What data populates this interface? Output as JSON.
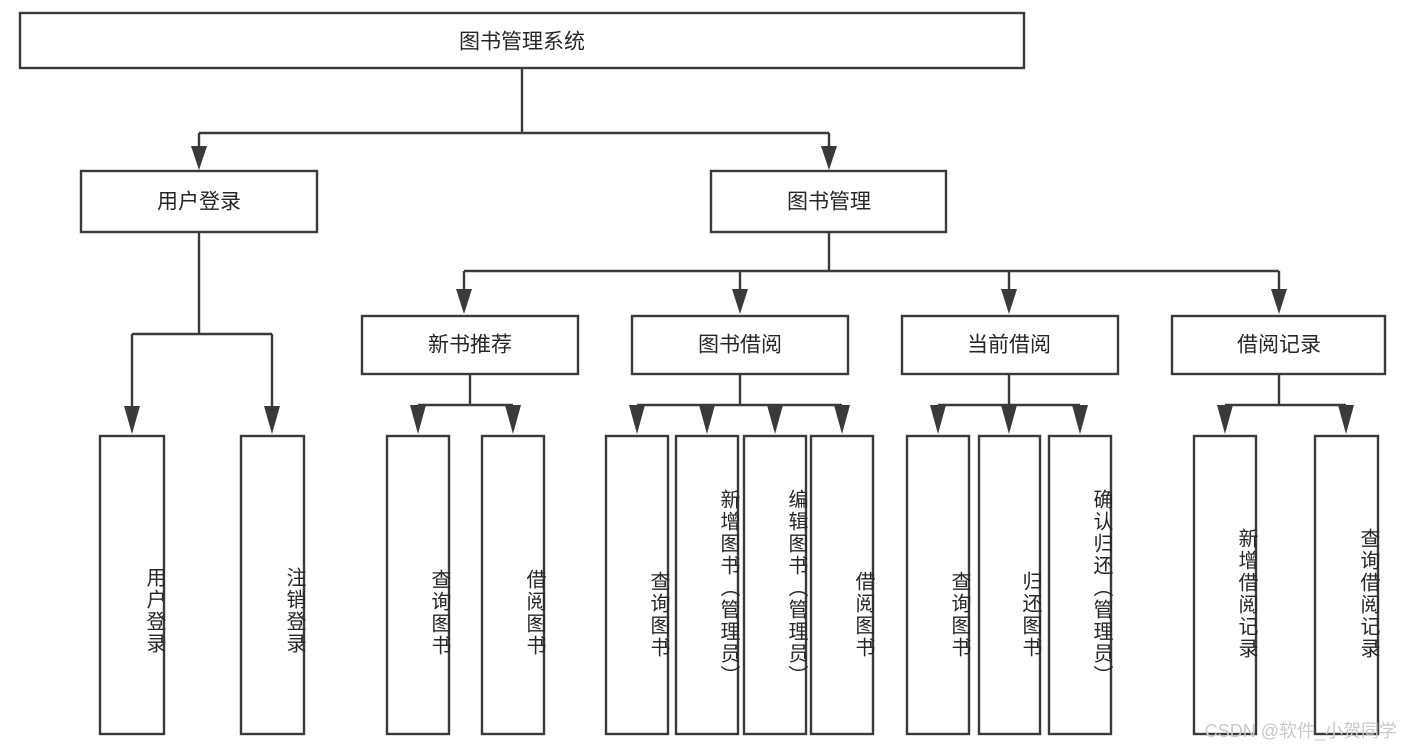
{
  "diagram": {
    "title": "图书管理系统",
    "type": "tree",
    "watermark": "CSDN @软件_小贺同学",
    "colors": {
      "stroke": "#3a3a3a",
      "box_fill": "#ffffff",
      "text": "#262626",
      "watermark": "#c9c9c9"
    },
    "root": {
      "label": "图书管理系统"
    },
    "level2": [
      {
        "label": "用户登录"
      },
      {
        "label": "图书管理"
      }
    ],
    "level3": [
      {
        "label": "新书推荐"
      },
      {
        "label": "图书借阅"
      },
      {
        "label": "当前借阅"
      },
      {
        "label": "借阅记录"
      }
    ],
    "leaves": [
      {
        "label": "用户登录",
        "parent": "用户登录"
      },
      {
        "label": "注销登录",
        "parent": "用户登录"
      },
      {
        "label": "查询图书",
        "parent": "新书推荐"
      },
      {
        "label": "借阅图书",
        "parent": "新书推荐"
      },
      {
        "label": "查询图书",
        "parent": "图书借阅"
      },
      {
        "label": "新增图书（管理员）",
        "parent": "图书借阅"
      },
      {
        "label": "编辑图书（管理员）",
        "parent": "图书借阅"
      },
      {
        "label": "借阅图书",
        "parent": "图书借阅"
      },
      {
        "label": "查询图书",
        "parent": "当前借阅"
      },
      {
        "label": "归还图书",
        "parent": "当前借阅"
      },
      {
        "label": "确认归还（管理员）",
        "parent": "当前借阅"
      },
      {
        "label": "新增借阅记录",
        "parent": "借阅记录"
      },
      {
        "label": "查询借阅记录",
        "parent": "借阅记录"
      }
    ]
  }
}
